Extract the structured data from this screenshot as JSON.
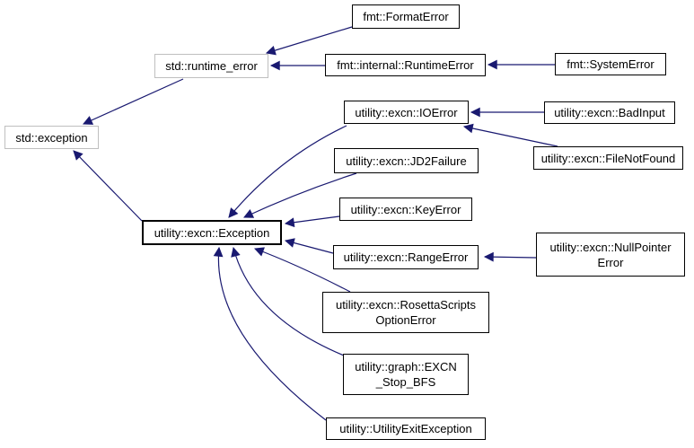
{
  "diagram": {
    "type": "class-inheritance-graph",
    "colors": {
      "edge": "#191970",
      "node_border": "#000000",
      "external_node_border": "#bfbfbf",
      "node_fill": "#ffffff",
      "text": "#000000",
      "background": "#ffffff"
    },
    "nodes": [
      {
        "id": "std-exception",
        "label": "std::exception",
        "kind": "external"
      },
      {
        "id": "std-runtime-error",
        "label": "std::runtime_error",
        "kind": "external"
      },
      {
        "id": "fmt-formaterror",
        "label": "fmt::FormatError",
        "kind": "class"
      },
      {
        "id": "fmt-internal-runtimeerror",
        "label": "fmt::internal::RuntimeError",
        "kind": "class"
      },
      {
        "id": "fmt-systemerror",
        "label": "fmt::SystemError",
        "kind": "class"
      },
      {
        "id": "utility-excn-ioerror",
        "label": "utility::excn::IOError",
        "kind": "class"
      },
      {
        "id": "utility-excn-badinput",
        "label": "utility::excn::BadInput",
        "kind": "class"
      },
      {
        "id": "utility-excn-filenotfound",
        "label": "utility::excn::FileNotFound",
        "kind": "class"
      },
      {
        "id": "utility-excn-jd2failure",
        "label": "utility::excn::JD2Failure",
        "kind": "class"
      },
      {
        "id": "utility-excn-keyerror",
        "label": "utility::excn::KeyError",
        "kind": "class"
      },
      {
        "id": "utility-excn-exception",
        "label": "utility::excn::Exception",
        "kind": "focus"
      },
      {
        "id": "utility-excn-rangeerror",
        "label": "utility::excn::RangeError",
        "kind": "class"
      },
      {
        "id": "utility-excn-nullpointererror",
        "label": "utility::excn::NullPointer\nError",
        "kind": "class"
      },
      {
        "id": "utility-excn-rosettascriptsoptionerror",
        "label": "utility::excn::RosettaScripts\nOptionError",
        "kind": "class"
      },
      {
        "id": "utility-graph-excn-stop-bfs",
        "label": "utility::graph::EXCN\n_Stop_BFS",
        "kind": "class"
      },
      {
        "id": "utility-utilityexitexception",
        "label": "utility::UtilityExitException",
        "kind": "class"
      }
    ],
    "edges": [
      {
        "from": "std::runtime_error",
        "to": "std::exception"
      },
      {
        "from": "utility::excn::Exception",
        "to": "std::exception"
      },
      {
        "from": "fmt::FormatError",
        "to": "std::runtime_error"
      },
      {
        "from": "fmt::internal::RuntimeError",
        "to": "std::runtime_error"
      },
      {
        "from": "fmt::SystemError",
        "to": "fmt::internal::RuntimeError"
      },
      {
        "from": "utility::excn::BadInput",
        "to": "utility::excn::IOError"
      },
      {
        "from": "utility::excn::FileNotFound",
        "to": "utility::excn::IOError"
      },
      {
        "from": "utility::excn::IOError",
        "to": "utility::excn::Exception"
      },
      {
        "from": "utility::excn::JD2Failure",
        "to": "utility::excn::Exception"
      },
      {
        "from": "utility::excn::KeyError",
        "to": "utility::excn::Exception"
      },
      {
        "from": "utility::excn::RangeError",
        "to": "utility::excn::Exception"
      },
      {
        "from": "utility::excn::RosettaScriptsOptionError",
        "to": "utility::excn::Exception"
      },
      {
        "from": "utility::graph::EXCN_Stop_BFS",
        "to": "utility::excn::Exception"
      },
      {
        "from": "utility::UtilityExitException",
        "to": "utility::excn::Exception"
      },
      {
        "from": "utility::excn::NullPointerError",
        "to": "utility::excn::RangeError"
      }
    ]
  }
}
